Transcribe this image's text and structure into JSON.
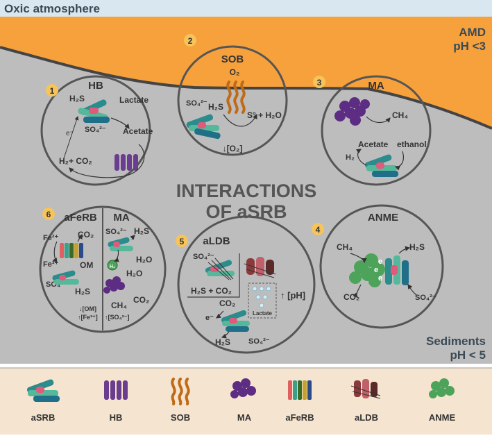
{
  "header": {
    "title": "Oxic atmosphere"
  },
  "zones": {
    "amd_line1": "AMD",
    "amd_line2": "pH <3",
    "sed_line1": "Sediments",
    "sed_line2": "pH < 5"
  },
  "center": {
    "line1": "INTERACTIONS",
    "line2": "OF aSRB"
  },
  "panels": {
    "hb": {
      "num": "1",
      "title": "HB",
      "h2s": "H₂S",
      "lactate": "Lactate",
      "so4": "SO₄²⁻",
      "acetate": "Acetate",
      "electron": "e⁻",
      "h2co2": "H₂+ CO₂"
    },
    "sob": {
      "num": "2",
      "title": "SOB",
      "o2": "O₂",
      "so4": "SO₄²⁻",
      "h2s": "H₂S",
      "s0": "S° + H₂O",
      "o2down": "↓[O₂]"
    },
    "ma": {
      "num": "3",
      "title": "MA",
      "ch4": "CH₄",
      "acetate": "Acetate",
      "ethanol": "ethanol",
      "h2": "H₂"
    },
    "anme": {
      "num": "4",
      "title": "ANME",
      "ch4": "CH₄",
      "h2s": "H₂S",
      "co2": "CO₂",
      "so4": "SO₄²⁻",
      "e1": "e",
      "e2": "e",
      "e3": "e"
    },
    "aldb": {
      "num": "5",
      "title": "aLDB",
      "so4": "SO₄²⁻",
      "h2sco2": "H₂S + CO₂",
      "ph": "↑ [pH]",
      "lactate": "Lactate",
      "co2": "CO₂",
      "electron": "e⁻",
      "h2s": "H₂S",
      "so4b": "SO₄²⁻"
    },
    "aferrb": {
      "num": "6",
      "title": "aFeRB",
      "title2": "MA",
      "fe2": "Fe²⁺",
      "co2": "CO₂",
      "fe3": "Fe³⁺",
      "om": "OM",
      "so4": "SO₄²⁻",
      "h2s": "H₂S",
      "om_down": "↓[OM]",
      "fe_up": "↑[Fe³⁺]",
      "so4_ma": "SO₄²⁻",
      "h2s_ma": "H₂S",
      "h2_ma": "H₂",
      "h2o_ma": "H₂O",
      "h2o_ma2": "H₂O",
      "ch4_ma": "CH₄",
      "co2_ma": "CO₂",
      "so4_up": "↑[SO₄²⁻]"
    }
  },
  "legend": {
    "items": [
      {
        "label": "aSRB"
      },
      {
        "label": "HB"
      },
      {
        "label": "SOB"
      },
      {
        "label": "MA"
      },
      {
        "label": "aFeRB"
      },
      {
        "label": "aLDB"
      },
      {
        "label": "ANME"
      }
    ]
  },
  "colors": {
    "amd": "#f7a13d",
    "sediment": "#bdbdbd",
    "sky": "#d9e8f0",
    "legend_bg": "#f5e4cf",
    "number_badge": "#f6c45a"
  }
}
